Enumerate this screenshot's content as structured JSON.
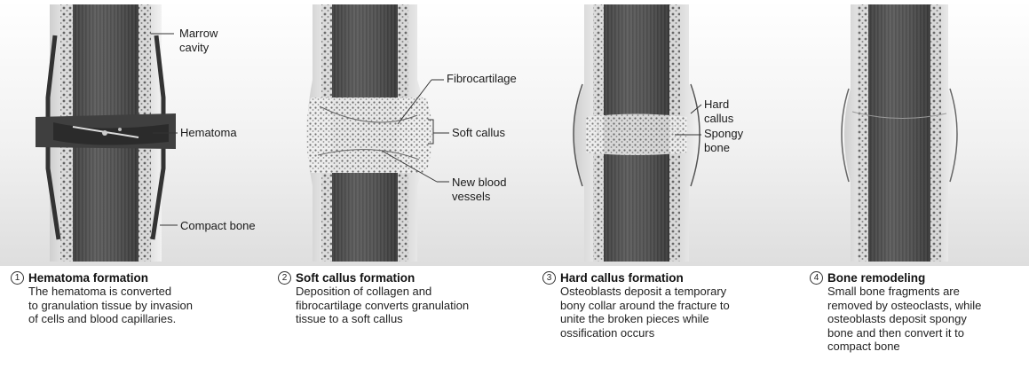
{
  "panels": [
    {
      "step": "1",
      "title": "Hematoma formation",
      "lines": [
        "The hematoma is converted",
        "to granulation tissue by invasion",
        "of cells and blood capillaries."
      ],
      "labels": {
        "marrow_1": "Marrow",
        "marrow_2": "cavity",
        "hematoma": "Hematoma",
        "compact": "Compact bone"
      }
    },
    {
      "step": "2",
      "title": "Soft callus formation",
      "lines": [
        "Deposition of collagen and",
        "fibrocartilage converts granulation",
        "tissue to a soft callus"
      ],
      "labels": {
        "fibro": "Fibrocartilage",
        "soft": "Soft callus",
        "vessels_1": "New blood",
        "vessels_2": "vessels"
      }
    },
    {
      "step": "3",
      "title": "Hard callus formation",
      "lines": [
        "Osteoblasts deposit a temporary",
        "bony collar around the fracture to",
        "unite the broken pieces while",
        "ossification occurs"
      ],
      "labels": {
        "hard_1": "Hard",
        "hard_2": "callus",
        "spongy_1": "Spongy",
        "spongy_2": "bone"
      }
    },
    {
      "step": "4",
      "title": "Bone remodeling",
      "lines": [
        "Small bone fragments are",
        "removed by osteoclasts, while",
        "osteoblasts deposit spongy",
        "bone and then convert it to",
        "compact bone"
      ],
      "labels": {}
    }
  ]
}
